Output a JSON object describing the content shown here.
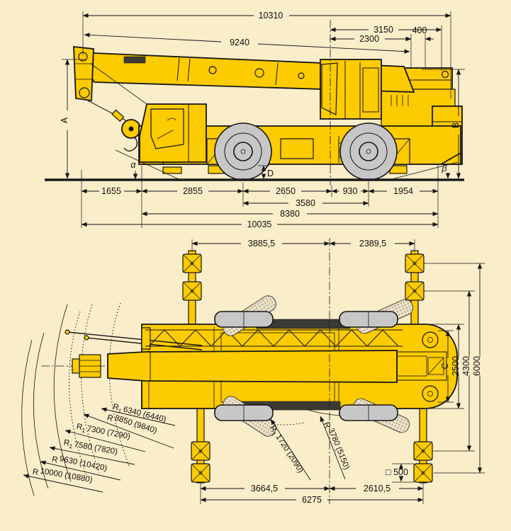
{
  "colors": {
    "background": "#FAEDC9",
    "crane_yellow": "#FCCB00",
    "tire_gray": "#C7C7C7",
    "line": "#141414"
  },
  "side": {
    "d10310": "10310",
    "d3150": "3150",
    "d2300": "2300",
    "d400": "400",
    "d9240": "9240",
    "a": "A",
    "b": "B",
    "alpha": "α",
    "beta": "β",
    "dlabel": "D",
    "d1655": "1655",
    "d2855": "2855",
    "d2650": "2650",
    "d930": "930",
    "d1954": "1954",
    "d3580": "3580",
    "d8380": "8380",
    "d10035": "10035"
  },
  "plan": {
    "dtl": "3885,5",
    "dtr": "2389,5",
    "c": "C",
    "d2500": "2500",
    "d4300": "4300",
    "d6000": "6000",
    "dbl": "3664,5",
    "dbr": "2610,5",
    "d6275": "6275",
    "pad": "□ 500",
    "radii": [
      {
        "pre": "R",
        "sub": "1",
        "val": "6340 (6440)"
      },
      {
        "pre": "R",
        "sub": "",
        "val": "8850 (9840)"
      },
      {
        "pre": "R",
        "sub": "1",
        "val": "7300 (7290)"
      },
      {
        "pre": "R",
        "sub": "1",
        "val": "7580 (7820)"
      },
      {
        "pre": "R",
        "sub": "",
        "val": "9630 (10420)"
      },
      {
        "pre": "R",
        "sub": "",
        "val": "10000 (10880)"
      },
      {
        "pre": "R",
        "sub": "1",
        "val": "1720 (2090)"
      },
      {
        "pre": "R",
        "sub": "",
        "val": "3780 (5150)"
      }
    ]
  }
}
